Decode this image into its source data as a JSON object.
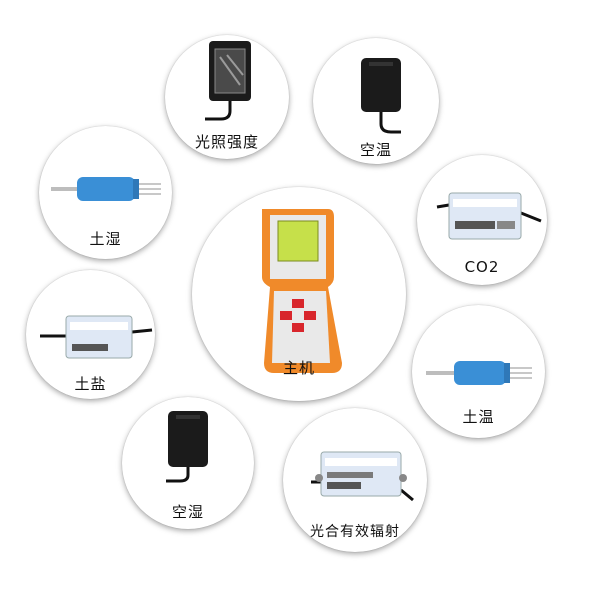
{
  "sensors": {
    "light": "光照强度",
    "air_temp": "空温",
    "soil_moisture": "土湿",
    "co2": "CO2",
    "host": "主机",
    "soil_salt": "土盐",
    "soil_temp": "土温",
    "air_humidity": "空湿",
    "par": "光合有效辐射"
  },
  "colors": {
    "probe_blue": "#3a8fd6",
    "housing_black": "#1b1b1b",
    "host_orange": "#f08a2a",
    "host_body": "#e9e9e9",
    "lcd_green": "#c6e04a",
    "key_red": "#d8262c"
  }
}
